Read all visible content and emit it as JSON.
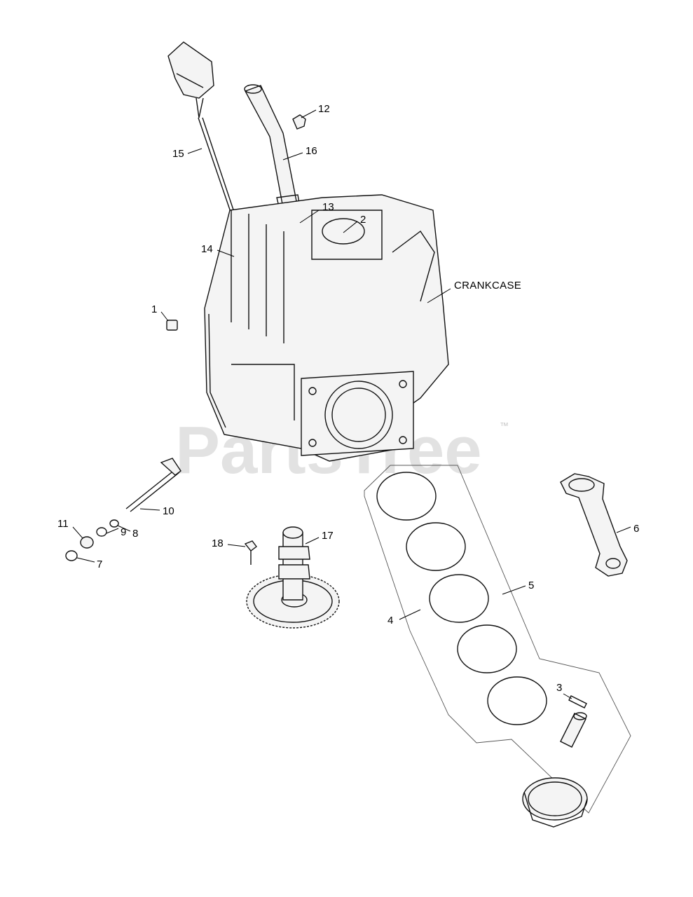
{
  "watermark": {
    "text": "PartsTree",
    "trademark": "™"
  },
  "assembly_label": "CRANKCASE",
  "callouts": [
    "1",
    "2",
    "3",
    "4",
    "5",
    "6",
    "7",
    "8",
    "9",
    "10",
    "11",
    "12",
    "13",
    "14",
    "15",
    "16",
    "17",
    "18"
  ],
  "colors": {
    "line": "#111111",
    "watermark": "#d9d9d9",
    "background": "#ffffff"
  }
}
